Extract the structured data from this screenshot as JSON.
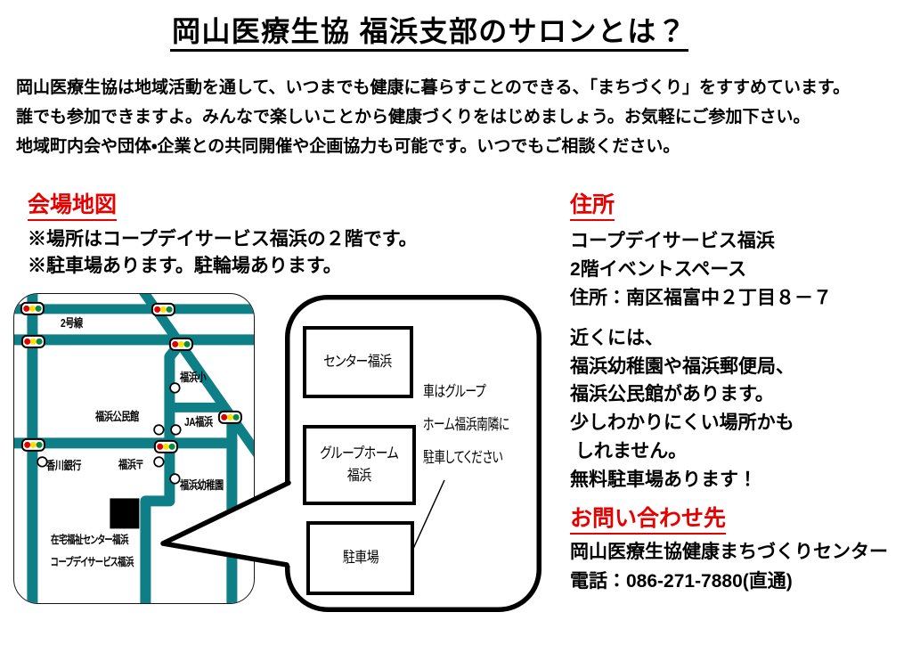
{
  "title": "岡山医療生協 福浜支部のサロンとは？",
  "intro": {
    "lines": [
      "岡山医療生協は地域活動を通して、いつまでも健康に暮らすことのできる、「まちづくり」をすすめています。",
      "誰でも参加できますよ。みんなで楽しいことから健康づくりをはじめましょう。お気軽にご参加下さい。",
      "地域町内会や団体・企業との共同開催や企画協力も可能です。いつでもご相談ください。"
    ]
  },
  "venue": {
    "heading": "会場地図",
    "notes": [
      "※場所はコープデイサービス福浜の２階です。",
      "※駐車場あります。駐輪場あります。"
    ]
  },
  "map": {
    "labels": {
      "route2": "2号線",
      "elementary": "福浜小",
      "community_center": "福浜公民館",
      "ja_bank": "JA福浜",
      "kagawa_bank": "香川銀行",
      "post_office": "福浜〒",
      "kindergarten": "福浜幼稚園",
      "center_line1": "在宅福祉センター福浜",
      "center_line2": "コープデイサービス福浜"
    }
  },
  "bubble": {
    "box1": "センター福浜",
    "box2_line1": "グループホーム",
    "box2_line2": "福浜",
    "box3": "駐車場",
    "note_lines": [
      "車はグループ",
      "ホーム福浜南隣に",
      "駐車してください"
    ]
  },
  "address": {
    "heading": "住所",
    "lines": [
      "コープデイサービス福浜",
      "2階イベントスペース",
      "住所：南区福富中２丁目８－７"
    ]
  },
  "nearby": {
    "lines": [
      "近くには、",
      "福浜幼稚園や福浜郵便局、",
      "福浜公民館があります。",
      "少しわかりにくい場所かも",
      " しれません。",
      "無料駐車場あります！"
    ]
  },
  "contact": {
    "heading": "お問い合わせ先",
    "lines": [
      "岡山医療生協健康まちづくりセンター",
      "電話：086-271-7880(直通)"
    ]
  },
  "colors": {
    "accent_red": "#e60000",
    "road_teal": "#0e7f87",
    "signal_red": "#dd0000",
    "signal_yellow": "#ffdf00",
    "signal_green": "#0a8a3a"
  }
}
